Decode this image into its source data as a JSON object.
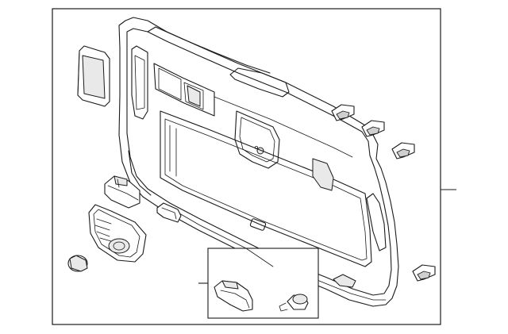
{
  "diagram": {
    "parts": [
      {
        "id": "trim-panel",
        "icon": "liftgate-trim-panel"
      },
      {
        "id": "access-cover",
        "icon": "access-cover-panel"
      },
      {
        "id": "switch-module",
        "icon": "switch-module"
      },
      {
        "id": "grommet",
        "icon": "oval-grommet"
      },
      {
        "id": "handle-bezel",
        "icon": "handle-bezel"
      },
      {
        "id": "round-cap",
        "icon": "round-cap"
      },
      {
        "id": "retainer-clip",
        "icon": "push-clip",
        "count": 5
      },
      {
        "id": "lamp-assembly",
        "icon": "lamp-assembly"
      },
      {
        "id": "lamp-bulb",
        "icon": "bulb"
      }
    ],
    "leaders": [
      "main-callout",
      "inset-callout"
    ]
  }
}
